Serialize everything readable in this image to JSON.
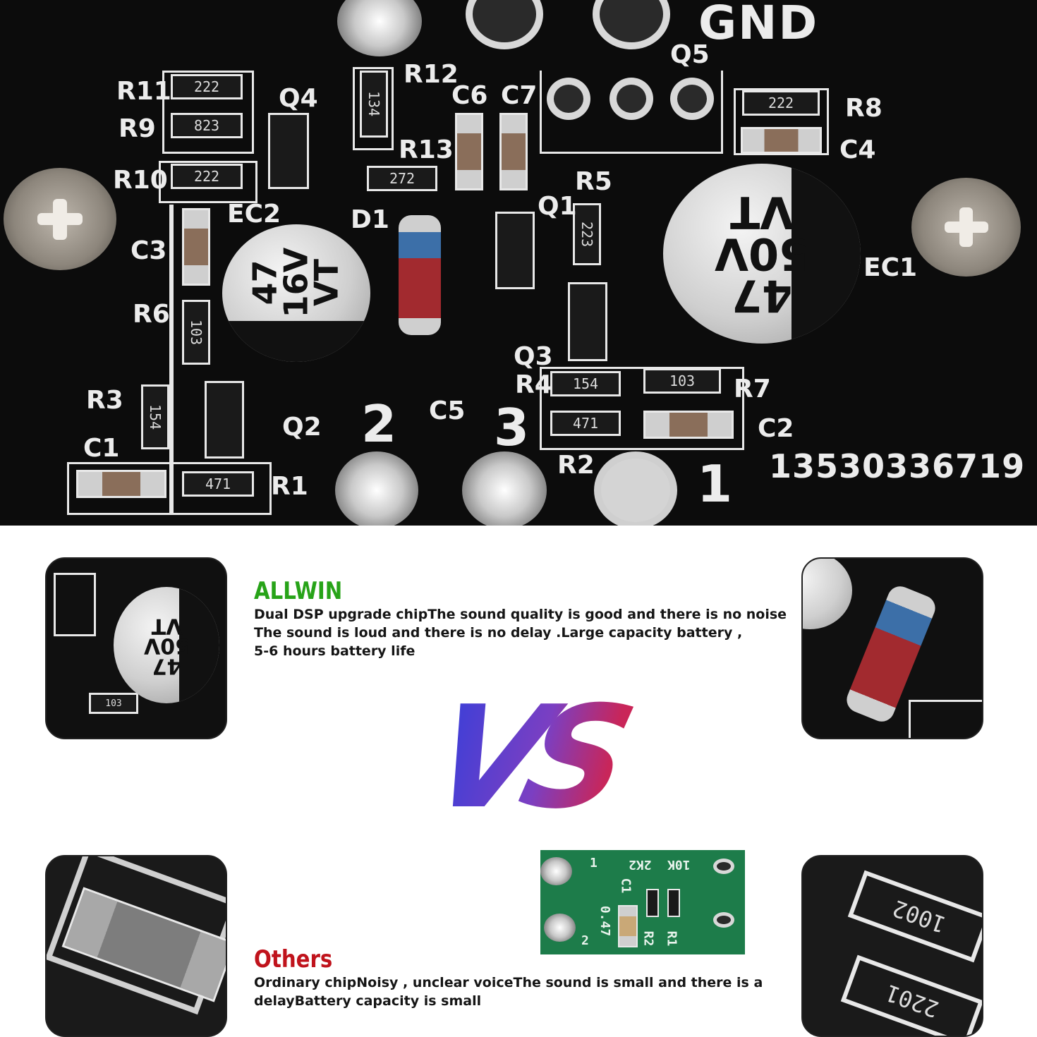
{
  "top_board": {
    "gnd_label": "GND",
    "serial": "13530336719",
    "pads": [
      "1",
      "2",
      "3"
    ],
    "labels": [
      "R11",
      "R9",
      "R10",
      "Q4",
      "R12",
      "C6",
      "C7",
      "R13",
      "Q5",
      "R8",
      "C4",
      "EC2",
      "D1",
      "C3",
      "Q1",
      "R5",
      "EC1",
      "R6",
      "R3",
      "C1",
      "Q2",
      "R1",
      "C5",
      "Q3",
      "R4",
      "R7",
      "R2",
      "C2"
    ],
    "codes": {
      "r11": "222",
      "r9": "823",
      "r10": "222",
      "r12": "134",
      "r13": "272",
      "r8": "222",
      "r5": "223",
      "r6": "103",
      "r3": "154",
      "r1": "471",
      "r4": "154",
      "r2": "471",
      "r7": "103"
    },
    "ec2_marking": "47\n16V\nVT",
    "ec1_marking": "47\n50V\nVT"
  },
  "thumb_top_left": {
    "marking": "47\n50V\nVT"
  },
  "allwin": {
    "brand": "ALLWIN",
    "brand_color": "#27a318",
    "lines": [
      "Dual DSP upgrade chipThe sound quality is good and there is no noise",
      "The sound is loud and there is no delay .Large capacity battery ,",
      "5-6 hours battery life"
    ]
  },
  "vs_text": "VS",
  "others": {
    "brand": "Others",
    "brand_color": "#c0131c",
    "lines": [
      "Ordinary chipNoisy , unclear voiceThe sound is small and there is a",
      "delayBattery capacity is small"
    ]
  },
  "green_board": {
    "labels": [
      "10K",
      "2K2",
      "C1",
      "R1",
      "R2",
      "0.47",
      "1",
      "2"
    ]
  }
}
